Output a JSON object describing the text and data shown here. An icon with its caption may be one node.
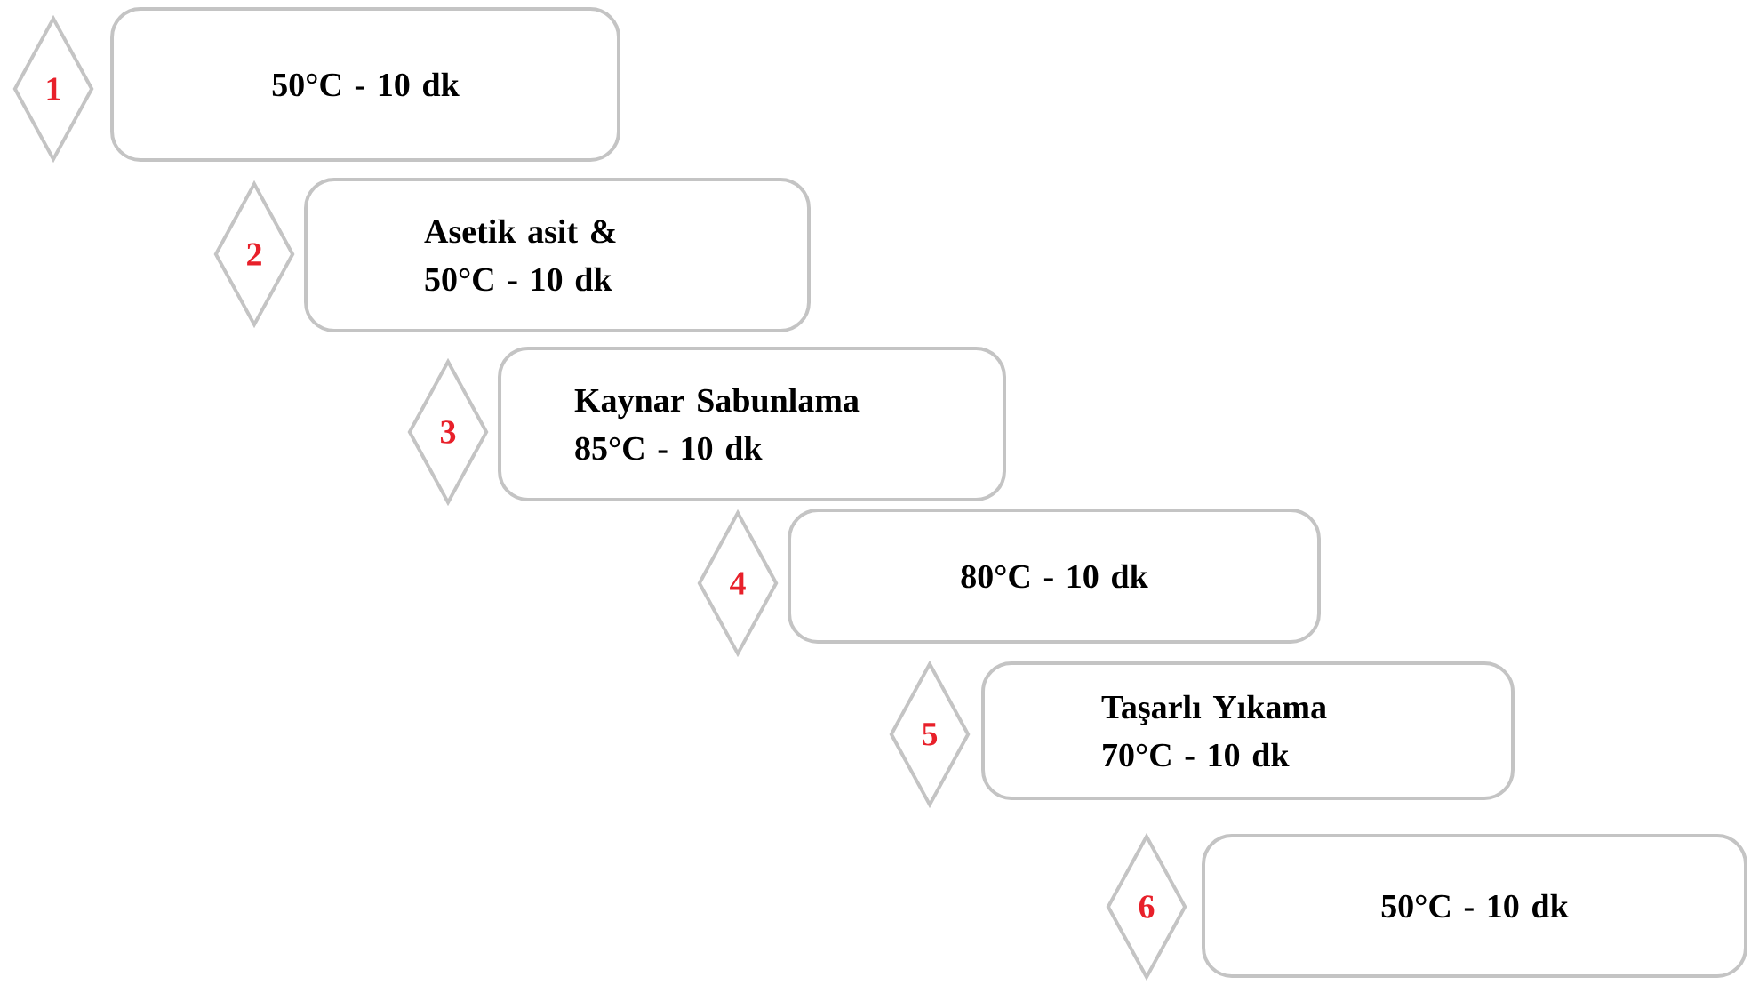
{
  "diagram": {
    "nodes": [
      {
        "text": [
          "1"
        ]
      },
      {
        "text": [
          "50°C - 10 dk"
        ]
      },
      {
        "text": [
          "2"
        ]
      },
      {
        "text": [
          "Asetik asit & 50°C - 10 dk"
        ]
      },
      {
        "text": [
          "3"
        ]
      },
      {
        "text": [
          "Kaynar Sabunlama 85°C - 10 dk"
        ]
      },
      {
        "text": [
          "4"
        ]
      },
      {
        "text": [
          "80°C - 10 dk"
        ]
      },
      {
        "text": [
          "5"
        ]
      },
      {
        "text": [
          "Taşarlı Yıkama 70°C - 10 dk"
        ]
      },
      {
        "text": [
          "6"
        ]
      },
      {
        "text": [
          "50°C - 10 dk"
        ]
      }
    ]
  }
}
